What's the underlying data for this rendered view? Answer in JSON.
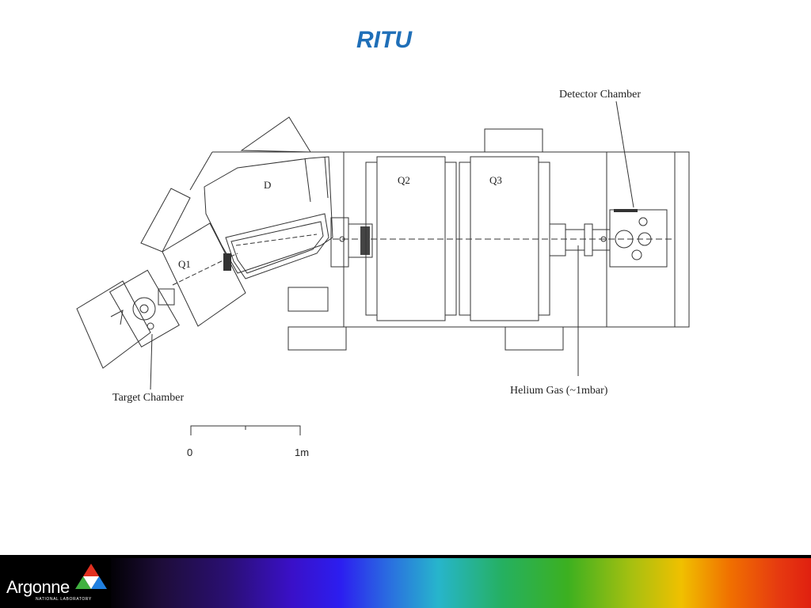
{
  "title": "RITU",
  "labels": {
    "detector_chamber": "Detector Chamber",
    "target_chamber": "Target Chamber",
    "helium_gas": "Helium Gas (~1mbar)",
    "dipole": "D",
    "q1": "Q1",
    "q2": "Q2",
    "q3": "Q3"
  },
  "scale_bar": {
    "start": "0",
    "end": "1m"
  },
  "footer": {
    "logo_name": "Argonne",
    "logo_subtitle": "NATIONAL LABORATORY"
  },
  "colors": {
    "title": "#1f6fb8",
    "logo_red": "#e03020",
    "logo_green": "#40b040",
    "logo_blue": "#2080e0"
  }
}
